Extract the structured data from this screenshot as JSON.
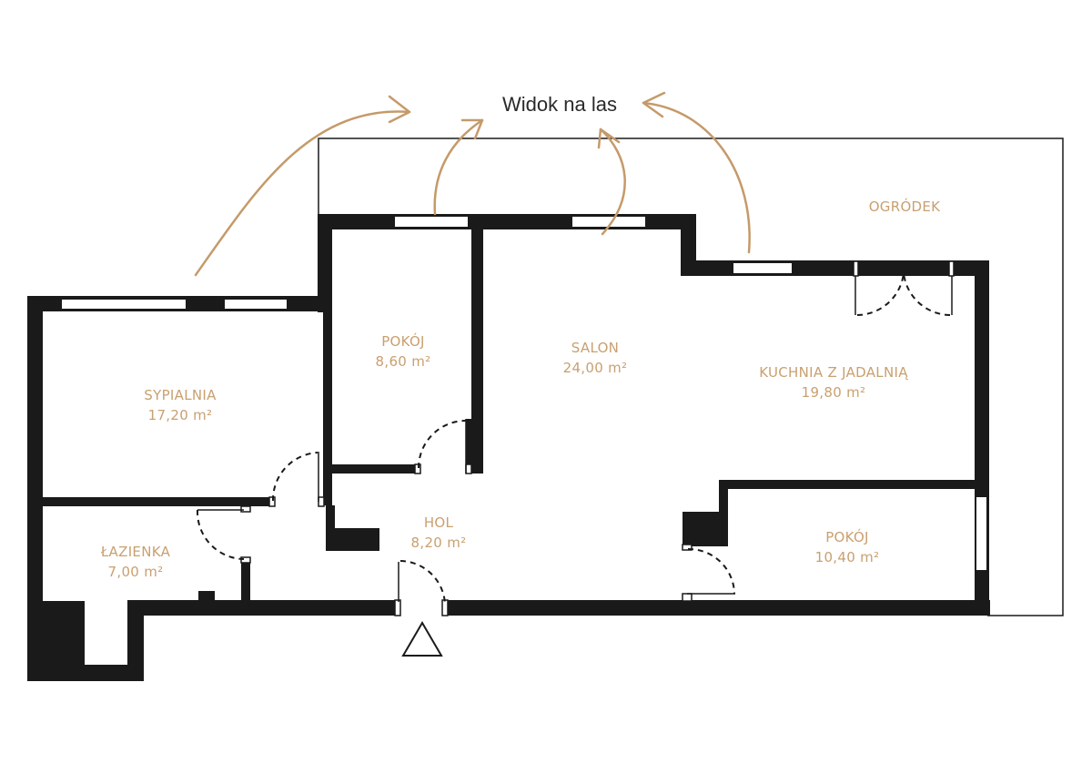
{
  "colors": {
    "label": "#c9a070",
    "arrow": "#c59a6a",
    "wall": "#1a1a1a",
    "heading": "#2a2a2a"
  },
  "heading": "Widok na las",
  "garden": {
    "name": "OGRÓDEK"
  },
  "rooms": [
    {
      "id": "sypialnia",
      "name": "SYPIALNIA",
      "area": "17,20 m²"
    },
    {
      "id": "lazienka",
      "name": "ŁAZIENKA",
      "area": "7,00 m²"
    },
    {
      "id": "pokoj-small",
      "name": "POKÓJ",
      "area": "8,60 m²"
    },
    {
      "id": "salon",
      "name": "SALON",
      "area": "24,00 m²"
    },
    {
      "id": "kuchnia",
      "name": "KUCHNIA Z JADALNIĄ",
      "area": "19,80 m²"
    },
    {
      "id": "hol",
      "name": "HOL",
      "area": "8,20 m²"
    },
    {
      "id": "pokoj-large",
      "name": "POKÓJ",
      "area": "10,40 m²"
    }
  ],
  "icons": {
    "view_arrows": "curved-arrow-icon",
    "entrance": "entrance-triangle-icon"
  }
}
